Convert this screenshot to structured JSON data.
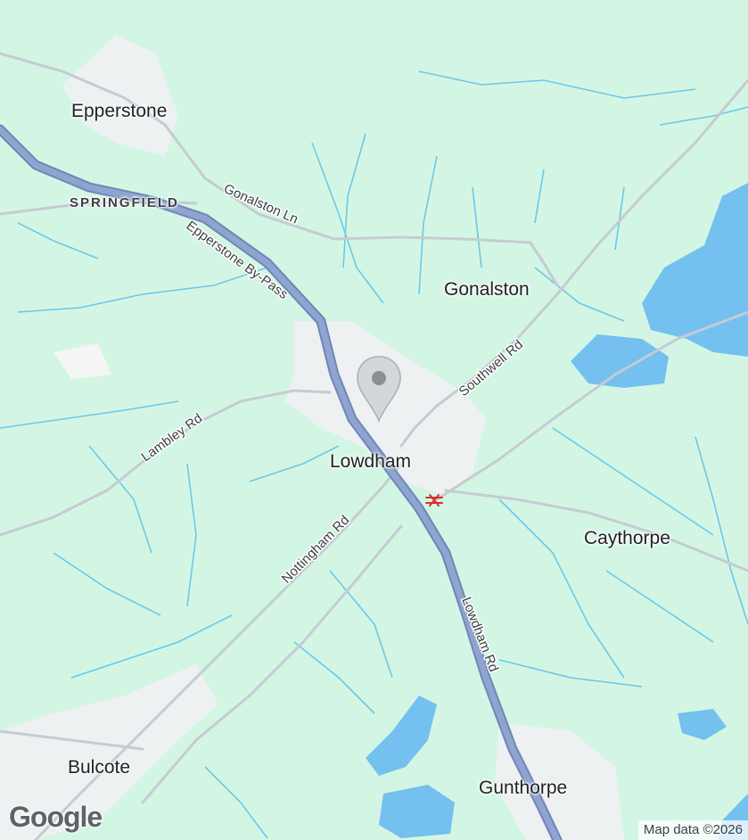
{
  "map": {
    "places": {
      "epperstone": "Epperstone",
      "springfield": "SPRINGFIELD",
      "gonalston": "Gonalston",
      "lowdham": "Lowdham",
      "caythorpe": "Caythorpe",
      "bulcote": "Bulcote",
      "gunthorpe": "Gunthorpe"
    },
    "roads": {
      "gonalston_ln": "Gonalston Ln",
      "epperstone_bypass": "Epperstone By-Pass",
      "southwell_rd": "Southwell Rd",
      "lambley_rd": "Lambley Rd",
      "nottingham_rd": "Nottingham Rd",
      "lowdham_rd": "Lowdham Rd"
    },
    "icons": {
      "pin": "location-pin-icon",
      "rail": "rail-station-icon"
    },
    "colors": {
      "land": "#d3f6e4",
      "water": "#74c0ef",
      "stream": "#6cc8e8",
      "major_road": "#8fa5cf",
      "major_road_edge": "#6f86b9",
      "minor_road": "#c5cbd3",
      "built_up": "#eef1f1",
      "rail": "#d93025"
    }
  },
  "logo": {
    "text": "Google"
  },
  "attribution": {
    "text": "Map data ©2026"
  }
}
